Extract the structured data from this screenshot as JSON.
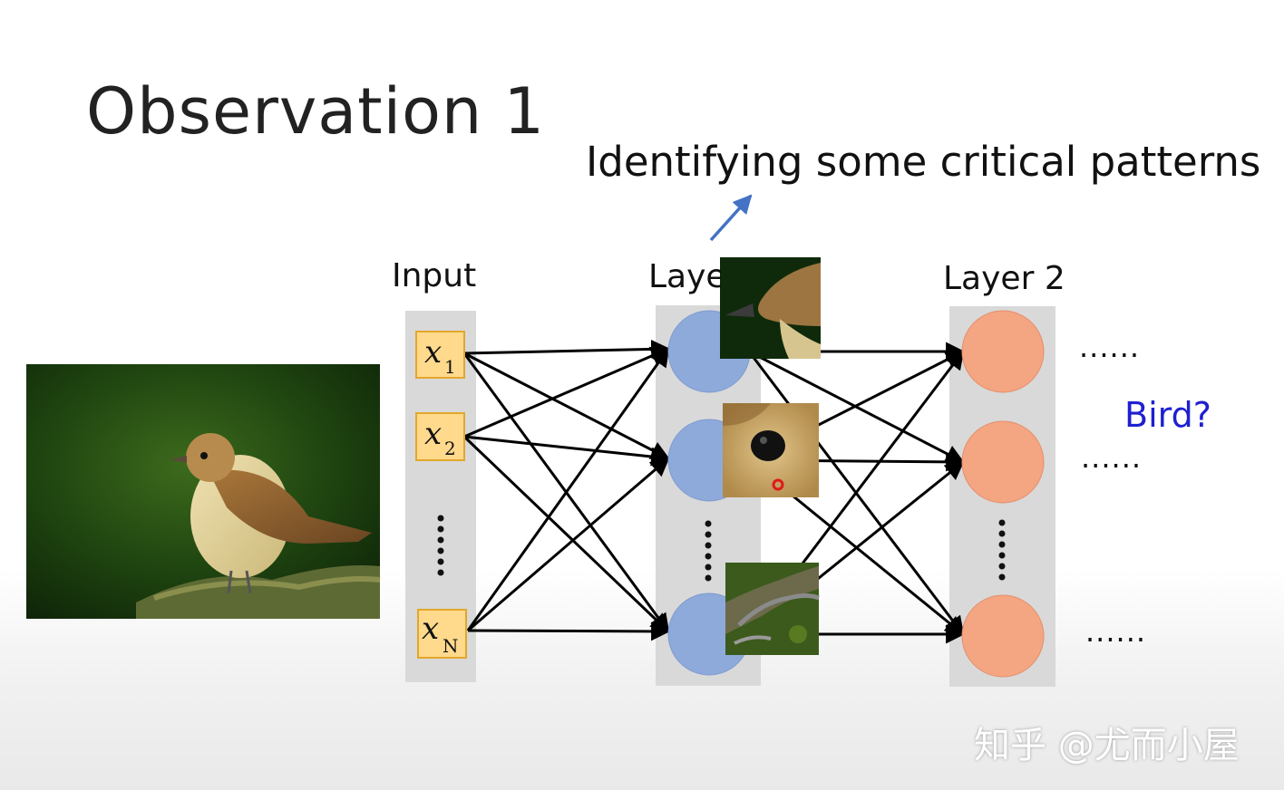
{
  "title": "Observation 1",
  "annotation": "Identifying some critical patterns",
  "labels": {
    "input": "Input",
    "layer1": "Layer 1",
    "layer2": "Layer 2",
    "output": "Bird?"
  },
  "inputs": {
    "x1": {
      "base": "x",
      "sub": "1"
    },
    "x2": {
      "base": "x",
      "sub": "2"
    },
    "xN": {
      "base": "x",
      "sub": "N"
    }
  },
  "ellipsis_dots": [
    "......",
    "......",
    "......"
  ],
  "watermark": "知乎 @尤而小屋",
  "colors": {
    "panel": "#d9d9d9",
    "input_box": "#ffd98c",
    "input_box_border": "#e2a72b",
    "layer1_node": "#8eaadb",
    "layer2_node": "#f4a582",
    "arrow": "#000000",
    "annotation_arrow": "#4472c4",
    "bird_text": "#1f1fd1"
  }
}
